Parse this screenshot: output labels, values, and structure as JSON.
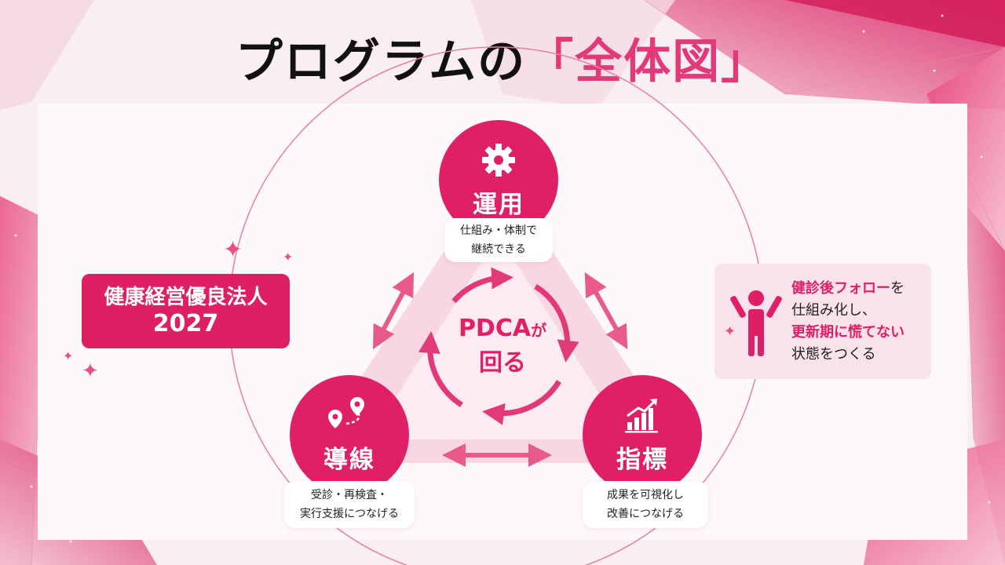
{
  "title": {
    "main": "プログラムの",
    "accent": "「全体図」"
  },
  "cycle": {
    "center_line1": "PDCA",
    "center_line1_suffix": "が",
    "center_line2": "回る"
  },
  "nodes": [
    {
      "id": "ops",
      "label": "運用",
      "icon": "gear-icon",
      "caption": [
        "仕組み・体制で",
        "継続できる"
      ]
    },
    {
      "id": "lead",
      "label": "導線",
      "icon": "route-pin-icon",
      "caption": [
        "受診・再検査・",
        "実行支援につなげる"
      ]
    },
    {
      "id": "ind",
      "label": "指標",
      "icon": "growth-chart-icon",
      "caption": [
        "成果を可視化し",
        "改善につなげる"
      ]
    }
  ],
  "badge": {
    "line1": "健康経営優良法人",
    "line2": "2027"
  },
  "callout": {
    "line1_highlight": "健診後フォロー",
    "line1_rest": "を",
    "line2": "仕組み化し、",
    "line3_highlight": "更新期に慌てない",
    "line4": "状態をつくる"
  },
  "colors": {
    "accent": "#df1f66",
    "title_accent": "#e23a78",
    "panel": "#fdf8fa"
  }
}
